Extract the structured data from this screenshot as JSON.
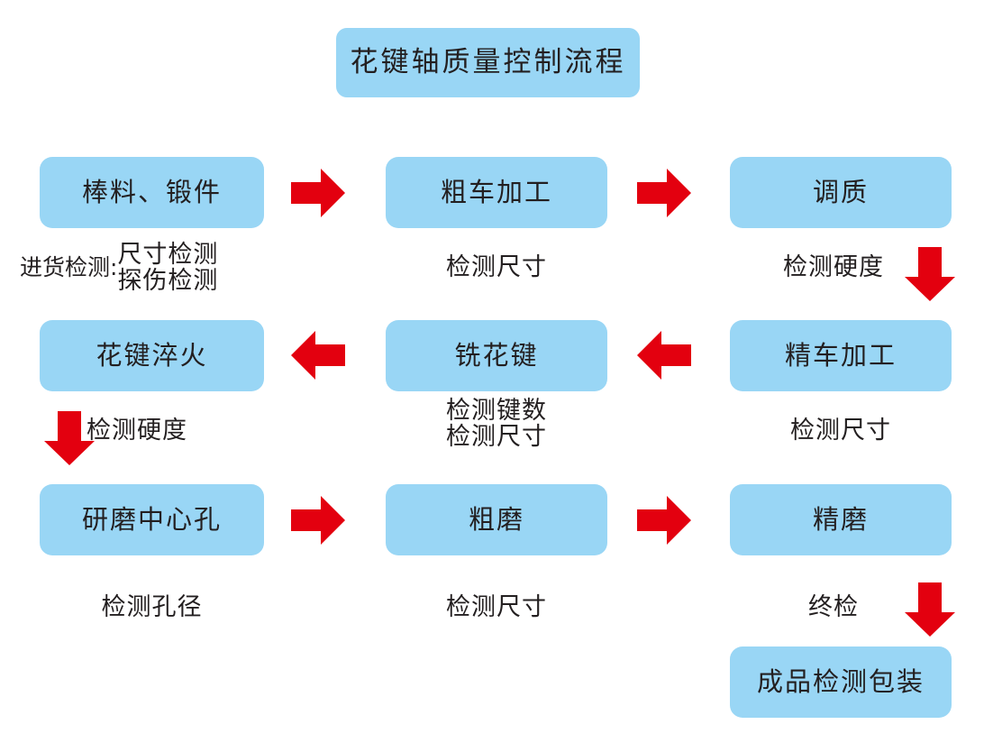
{
  "diagram": {
    "title": "花键轴质量控制流程",
    "accent_box_color": "#99d6f5",
    "arrow_color": "#e3000f",
    "text_color": "#231f20",
    "background_color": "#ffffff"
  },
  "nodes": {
    "bar_forging": "棒料、锻件",
    "rough_turning": "粗车加工",
    "quench_temper": "调质",
    "spline_quench": "花键淬火",
    "mill_spline": "铣花键",
    "finish_turning": "精车加工",
    "grind_center_hole": "研磨中心孔",
    "rough_grinding": "粗磨",
    "finish_grinding": "精磨",
    "final_inspect_pack": "成品检测包装"
  },
  "captions": {
    "incoming_label": "进货检测:",
    "incoming_line1": "尺寸检测",
    "incoming_line2": "探伤检测",
    "rough_turning_check": "检测尺寸",
    "quench_temper_check": "检测硬度",
    "spline_quench_check": "检测硬度",
    "mill_spline_check_line1": "检测键数",
    "mill_spline_check_line2": "检测尺寸",
    "finish_turning_check": "检测尺寸",
    "grind_center_hole_check": "检测孔径",
    "rough_grinding_check": "检测尺寸",
    "final_check": "终检"
  },
  "arrows": {
    "row1_a": "arrow-right-icon",
    "row1_b": "arrow-right-icon",
    "col3_down": "arrow-down-icon",
    "row2_a": "arrow-left-icon",
    "row2_b": "arrow-left-icon",
    "col1_down": "arrow-down-icon",
    "row3_a": "arrow-right-icon",
    "row3_b": "arrow-right-icon",
    "col3_down_final": "arrow-down-icon"
  }
}
